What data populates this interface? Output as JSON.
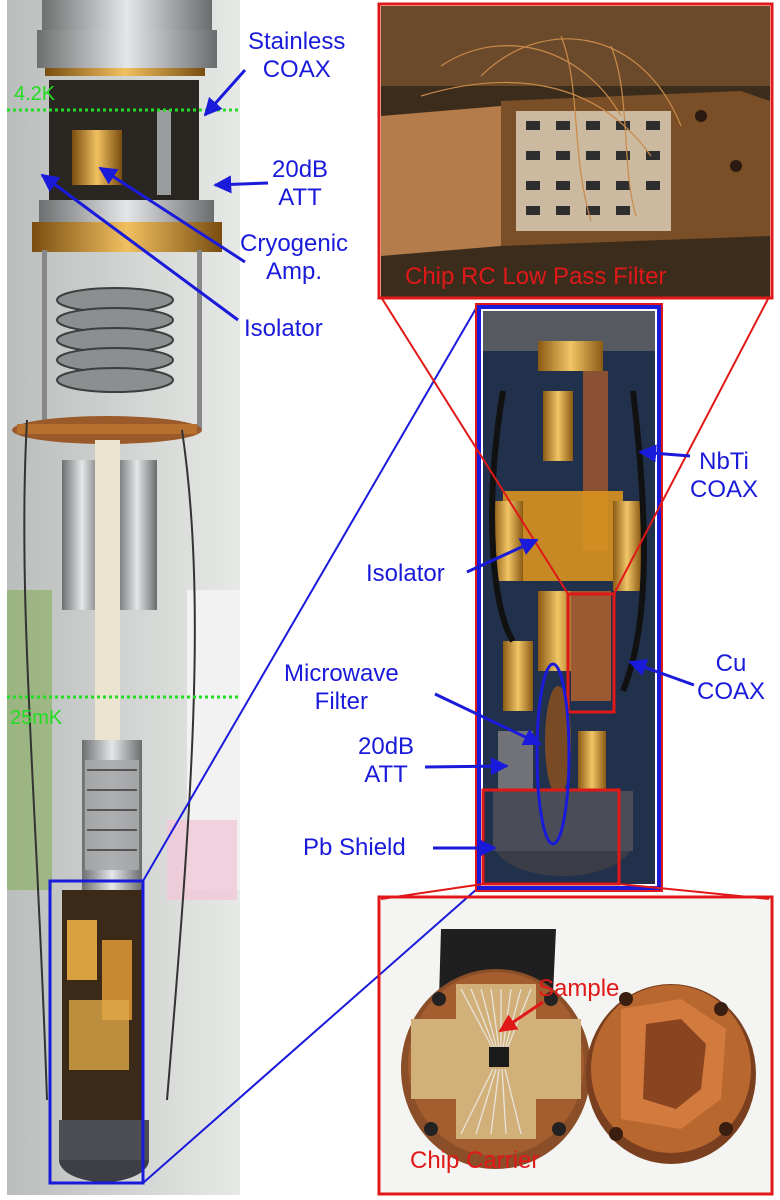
{
  "labels": {
    "stainless_coax": [
      "Stainless",
      "COAX"
    ],
    "att_top": [
      "20dB",
      "ATT"
    ],
    "cryogenic_amp": [
      "Cryogenic",
      "Amp."
    ],
    "isolator_left": "Isolator",
    "temp_42k": "4.2K",
    "temp_25mk": "25mK",
    "chip_rc_filter": "Chip RC Low Pass Filter",
    "nbti_coax": [
      "NbTi",
      "COAX"
    ],
    "isolator_center": "Isolator",
    "cu_coax": [
      "Cu",
      "COAX"
    ],
    "microwave_filter": [
      "Microwave",
      "Filter"
    ],
    "att_center": [
      "20dB",
      "ATT"
    ],
    "pb_shield": "Pb Shield",
    "sample": "Sample",
    "chip_carrier": "Chip Carrier"
  },
  "colors": {
    "annotation_blue": "#1a1adb",
    "annotation_red": "#e01818",
    "temperature_green": "#22dd22",
    "copper": "#b8702f",
    "gold": "#c9952f"
  }
}
